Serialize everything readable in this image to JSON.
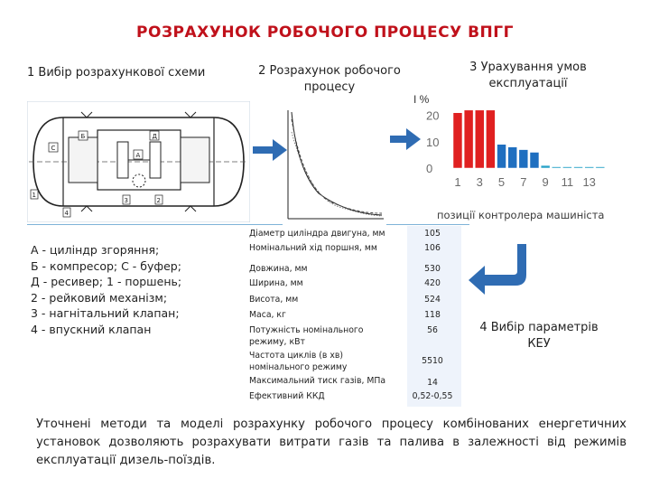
{
  "title": "РОЗРАХУНОК РОБОЧОГО ПРОЦЕСУ ВПГГ",
  "steps": {
    "step1": "1 Вибір розрахункової схеми",
    "step2": "2 Розрахунок робочого процесу",
    "step3": "3 Урахування умов експлуатації",
    "step4": "4 Вибір параметрів КЕУ"
  },
  "schematic": {
    "labels": [
      "Б",
      "С",
      "Д",
      "А",
      "1",
      "2",
      "3",
      "4"
    ]
  },
  "legend": [
    "А - циліндр згоряння;",
    "Б - компресор; С - буфер;",
    "Д - ресивер; 1 - поршень;",
    "2 - рейковий механізм;",
    "3 - нагнітальний клапан;",
    "4 - впускний клапан"
  ],
  "chart_data": {
    "type": "bar",
    "ylabel": "І %",
    "xlabel": "позиції контролера машиніста",
    "yticks": [
      0,
      10,
      20
    ],
    "ylim": [
      0,
      24
    ],
    "xticks": [
      "1",
      "3",
      "5",
      "7",
      "9",
      "11",
      "13"
    ],
    "categories": [
      "1",
      "2",
      "3",
      "4",
      "5",
      "6",
      "7",
      "8",
      "9",
      "10",
      "11",
      "12",
      "13",
      "14"
    ],
    "values": [
      21,
      22,
      22,
      22,
      9,
      8,
      7,
      6,
      1,
      0.5,
      0.5,
      0.5,
      0.5,
      0.5
    ],
    "colors": {
      "high": "#e02020",
      "mid": "#1f6fc0",
      "low": "#2aa3c8"
    }
  },
  "spec_table": {
    "rows": [
      {
        "label": "Діаметр циліндра двигуна, мм",
        "value": "105"
      },
      {
        "label": "Номінальний хід поршня, мм",
        "value": "106"
      },
      {
        "label": "Довжина, мм",
        "value": "530"
      },
      {
        "label": "Ширина, мм",
        "value": "420"
      },
      {
        "label": "Висота, мм",
        "value": "524"
      },
      {
        "label": "Маса, кг",
        "value": "118"
      },
      {
        "label": "Потужність номінального режиму, кВт",
        "value": "56"
      },
      {
        "label": "Частота циклів (в хв) номінального режиму",
        "value": "5510"
      },
      {
        "label": "Максимальний тиск газів, МПа",
        "value": "14"
      },
      {
        "label": "Ефективний ККД",
        "value": "0,52-0,55"
      }
    ]
  },
  "conclusion": "Уточнені методи та моделі розрахунку робочого процесу комбінованих енергетичних установок дозволяють розрахувати витрати газів та палива в залежності від режимів експлуатації дизель-поїздів.",
  "colors": {
    "title": "#c0111b",
    "arrow": "#2f6cb3",
    "accent": "#7fb3d8"
  }
}
